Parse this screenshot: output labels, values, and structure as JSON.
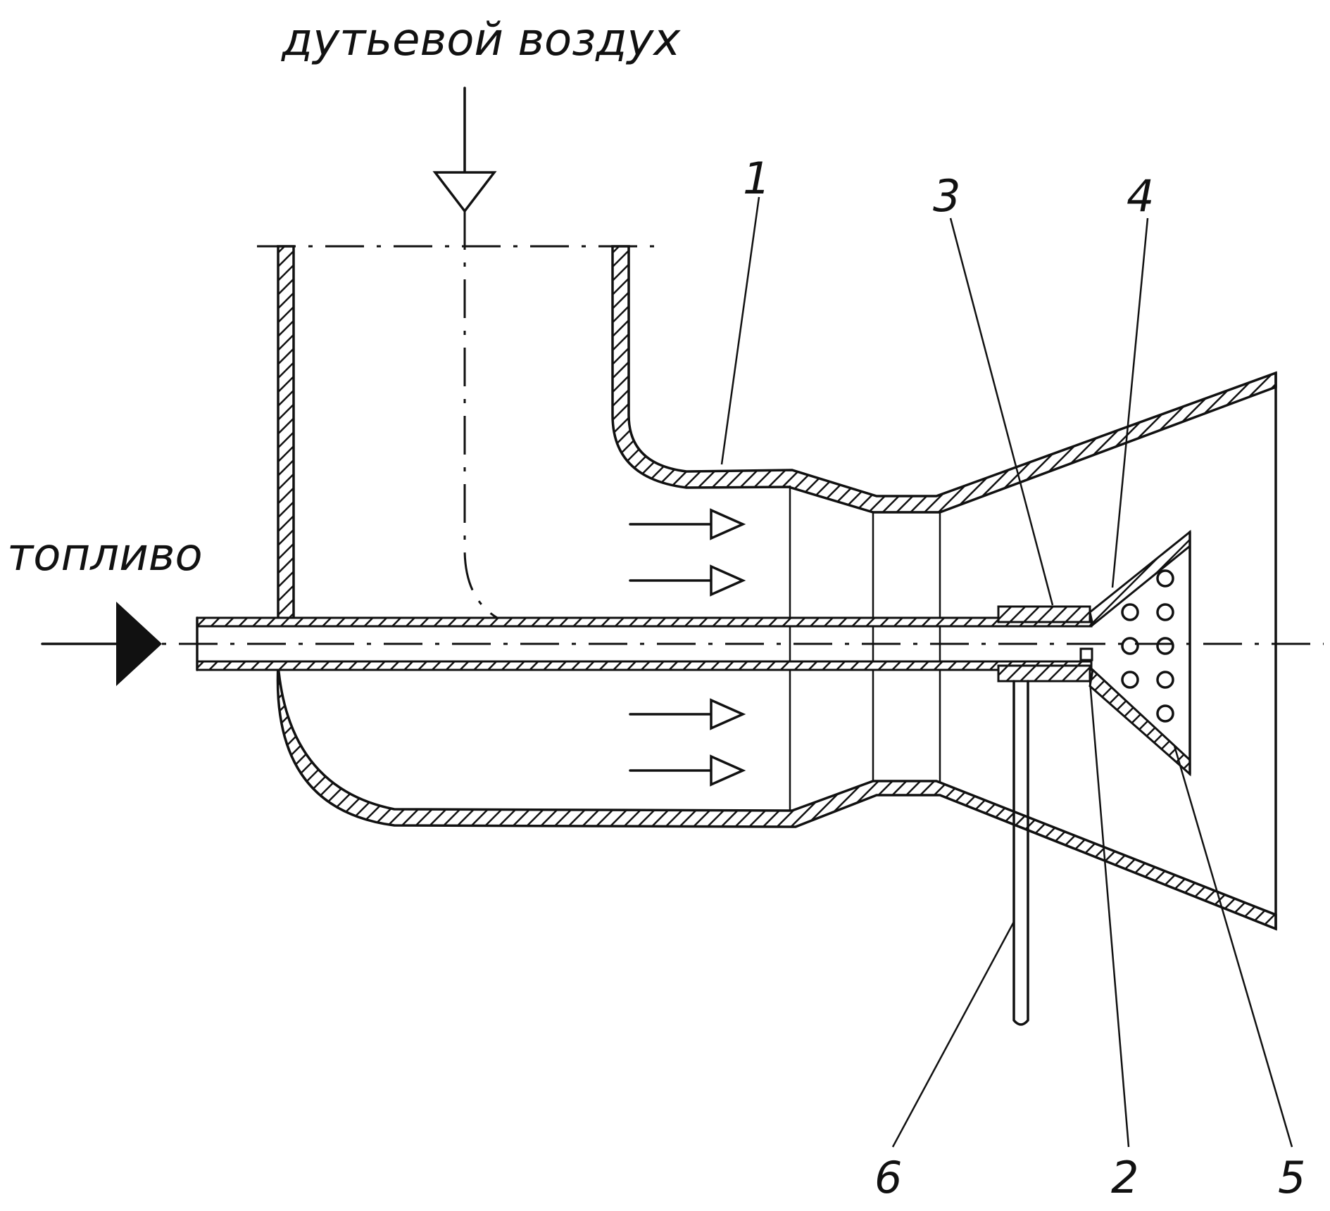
{
  "labels": {
    "air_inlet": "дутьевой воздух",
    "fuel": "топливо"
  },
  "callouts": [
    "1",
    "2",
    "3",
    "4",
    "5",
    "6"
  ],
  "colors": {
    "ink": "#111111",
    "background": "#ffffff"
  }
}
